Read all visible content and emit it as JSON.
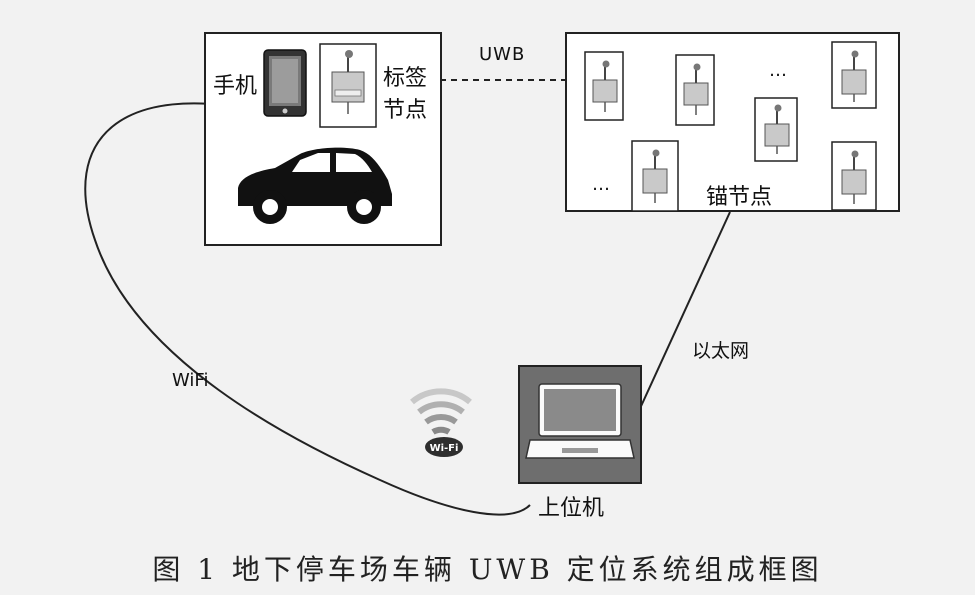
{
  "labels": {
    "phone": "手机",
    "tag_node": "标签节点",
    "tag_node_line1": "标签",
    "tag_node_line2": "节点",
    "uwb": "UWB",
    "anchor_node": "锚节点",
    "ethernet": "以太网",
    "wifi": "WiFi",
    "host_computer": "上位机",
    "ellipsis": "…",
    "wifi_logo_text": "Wi-Fi"
  },
  "caption": "图 1   地下停车场车辆 UWB 定位系统组成框图",
  "colors": {
    "background": "#f2f2f2",
    "line": "#222222",
    "laptop_body": "#6e6e6e",
    "laptop_screen": "#8a8a8a",
    "node_board": "#c9c9c9"
  },
  "icons": [
    "smartphone-icon",
    "uwb-node-icon",
    "car-icon",
    "laptop-icon",
    "wifi-icon"
  ]
}
